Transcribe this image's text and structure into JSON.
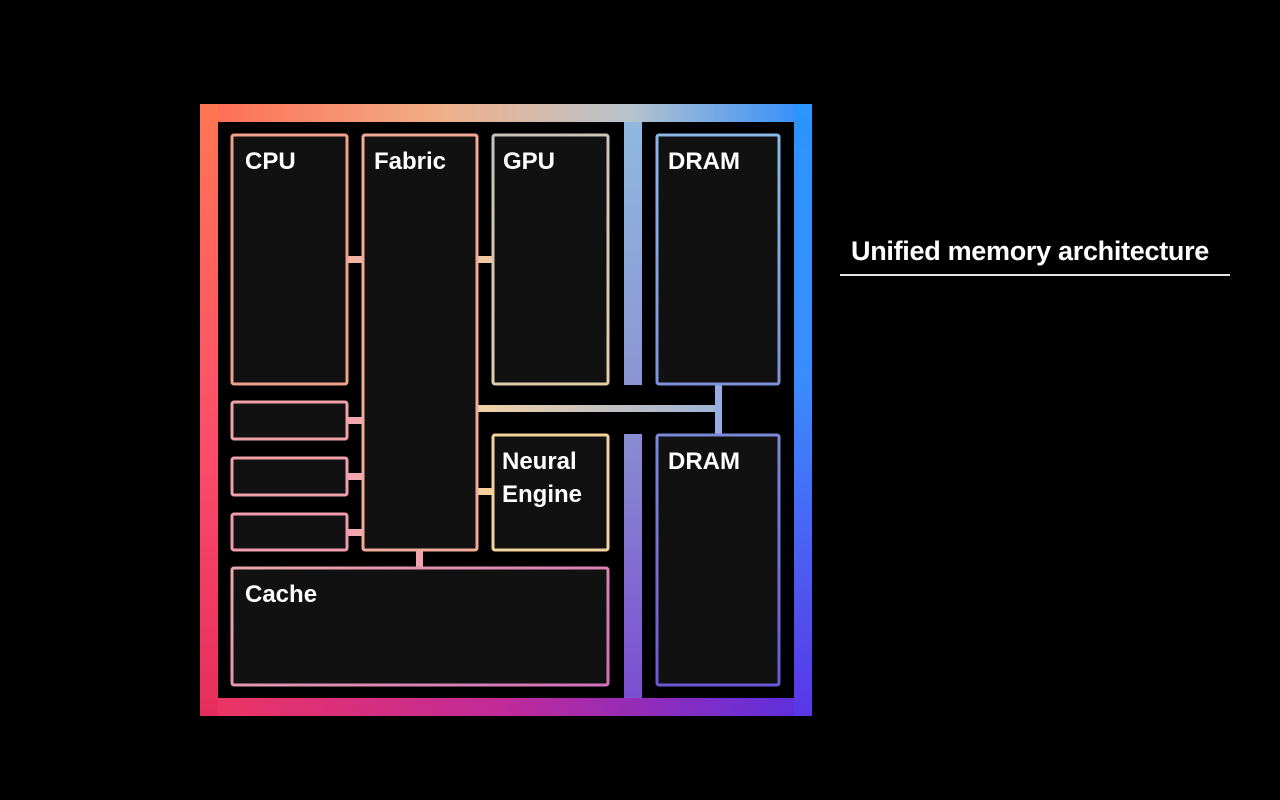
{
  "diagram": {
    "blocks": {
      "cpu": "CPU",
      "fabric": "Fabric",
      "gpu": "GPU",
      "dram_top": "DRAM",
      "neural_engine_line1": "Neural",
      "neural_engine_line2": "Engine",
      "dram_bottom": "DRAM",
      "cache": "Cache"
    },
    "caption": "Unified memory architecture"
  },
  "colors": {
    "background": "#000000",
    "block_fill": "#111111",
    "gradient": [
      "#ff6a52",
      "#f0a77c",
      "#b9c0c8",
      "#2f8eff",
      "#e8336a",
      "#6b2bd8"
    ]
  }
}
